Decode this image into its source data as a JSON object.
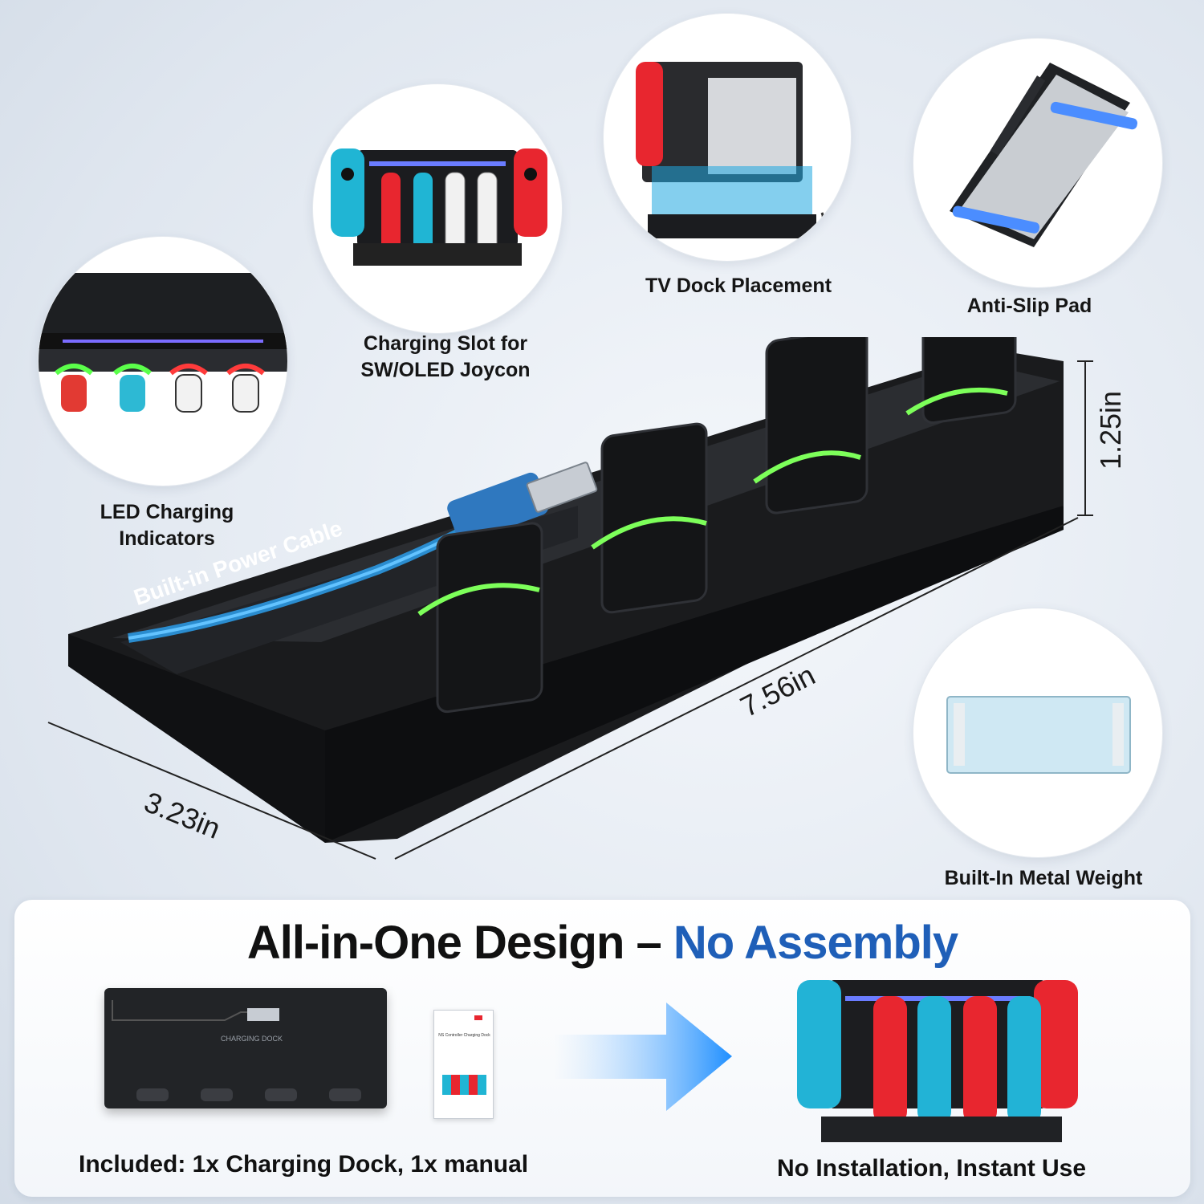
{
  "features": {
    "led": "LED Charging\nIndicators",
    "charging_slot": "Charging Slot for\nSW/OLED Joycon",
    "tv_dock": "TV Dock Placement",
    "anti_slip": "Anti-Slip Pad",
    "metal_weight": "Built-In Metal Weight"
  },
  "product": {
    "cable_label": "Built-in Power Cable",
    "dimensions": {
      "height": "1.25in",
      "length": "7.56in",
      "width": "3.23in"
    }
  },
  "bottom": {
    "title_main": "All-in-One Design – ",
    "title_accent": "No Assembly",
    "included": "Included: 1x Charging Dock, 1x manual",
    "dock_label": "CHARGING DOCK",
    "manual_title": "NS Controller Charging Dock",
    "result": "No Installation, Instant Use"
  },
  "colors": {
    "accent_blue": "#1f5fb8",
    "led_green": "#7dff5a",
    "joycon_red": "#e8262f",
    "joycon_blue": "#1fb6d6"
  }
}
